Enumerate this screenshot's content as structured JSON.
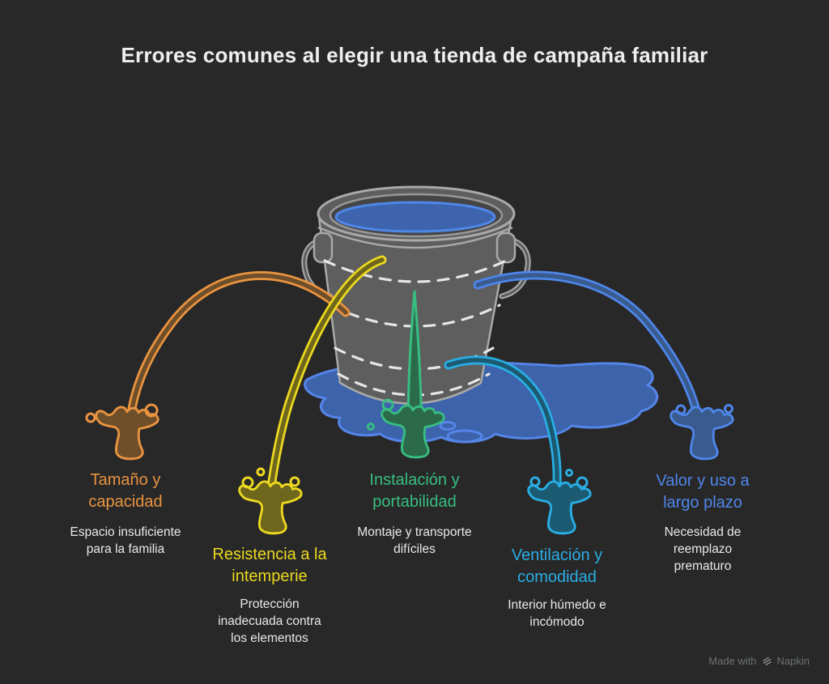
{
  "title": "Errores comunes al elegir una tienda de campaña familiar",
  "colors": {
    "background": "#282828",
    "title": "#eeeeee",
    "text": "#e9e9e9",
    "watermark": "#6d7272",
    "bucket": "#5e5e5e",
    "bucket-line": "#a9a9a9",
    "interior": "#454545",
    "dash": "#e6e6e6",
    "water-fill": "#3d64ad",
    "water-stroke": "#4f87e8",
    "puddle-fill": "#3d63ab",
    "puddle-stroke": "#5585e8"
  },
  "streams": [
    {
      "id": "size-capacity",
      "label": "Tamaño y capacidad",
      "description": "Espacio insuficiente para la familia",
      "stroke": "#ea9440",
      "fill": "#6f4f2a"
    },
    {
      "id": "weather-resistance",
      "label": "Resistencia a la intemperie",
      "description": "Protección inadecuada contra los elementos",
      "stroke": "#ecd91f",
      "fill": "#6e661c"
    },
    {
      "id": "setup-portability",
      "label": "Instalación y portabilidad",
      "description": "Montaje y transporte difíciles",
      "stroke": "#38bd81",
      "fill": "#2b6a4a"
    },
    {
      "id": "ventilation-comfort",
      "label": "Ventilación y comodidad",
      "description": "Interior húmedo e incómodo",
      "stroke": "#29aee4",
      "fill": "#1c5a71"
    },
    {
      "id": "long-term-value",
      "label": "Valor y uso a largo plazo",
      "description": "Necesidad de reemplazo prematuro",
      "stroke": "#4e86ea",
      "fill": "#3a5b8e"
    }
  ],
  "footer": {
    "made_with": "Made with",
    "brand": "Napkin"
  }
}
